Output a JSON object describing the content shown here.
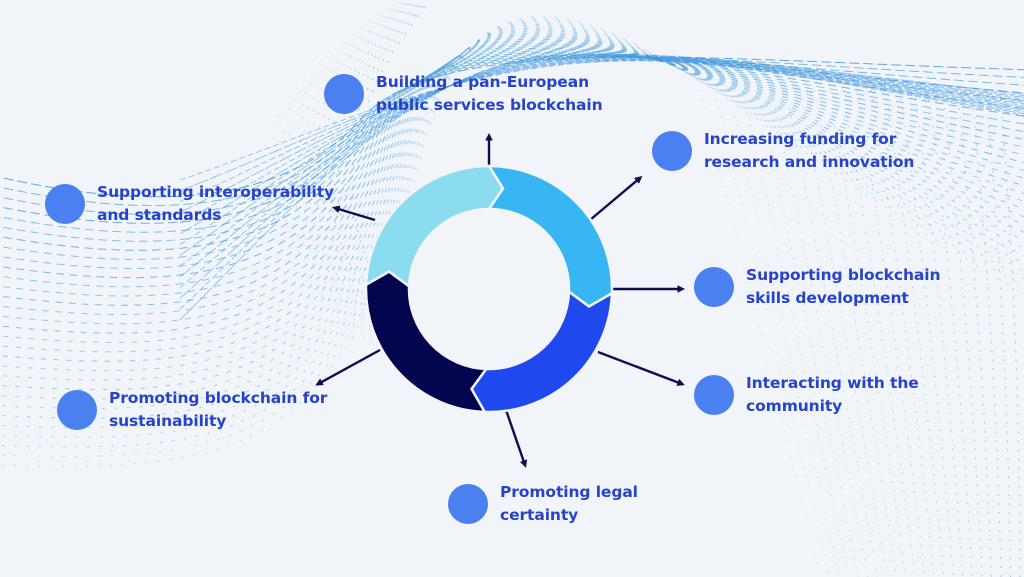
{
  "colors": {
    "background": "#f1f5fa",
    "text": "#2743c9",
    "bullet": "#4a80ef",
    "arrow": "#0c0f4f",
    "wave": "#5aa9d6",
    "wave_strong": "#3b93e0"
  },
  "cycle": {
    "name": "blockchain-strategy-cycle",
    "segments": [
      {
        "id": "top-right",
        "color": "#38b6f4"
      },
      {
        "id": "bottom-right",
        "color": "#1f48ee"
      },
      {
        "id": "bottom-left",
        "color": "#03064f"
      },
      {
        "id": "top-left",
        "color": "#8cdcef"
      }
    ]
  },
  "items": [
    {
      "id": "pan-european-blockchain",
      "line1": "Building a pan-European",
      "line2": "public services blockchain",
      "icon": "bullet-circle"
    },
    {
      "id": "funding-research",
      "line1": "Increasing funding for",
      "line2": "research and innovation",
      "icon": "bullet-circle"
    },
    {
      "id": "skills-development",
      "line1": "Supporting blockchain",
      "line2": "skills development",
      "icon": "bullet-circle"
    },
    {
      "id": "community",
      "line1": "Interacting with the",
      "line2": "community",
      "icon": "bullet-circle"
    },
    {
      "id": "legal-certainty",
      "line1": "Promoting legal",
      "line2": "certainty",
      "icon": "bullet-circle"
    },
    {
      "id": "sustainability",
      "line1": "Promoting blockchain for",
      "line2": "sustainability",
      "icon": "bullet-circle"
    },
    {
      "id": "interoperability",
      "line1": "Supporting interoperability",
      "line2": "and standards",
      "icon": "bullet-circle"
    }
  ]
}
